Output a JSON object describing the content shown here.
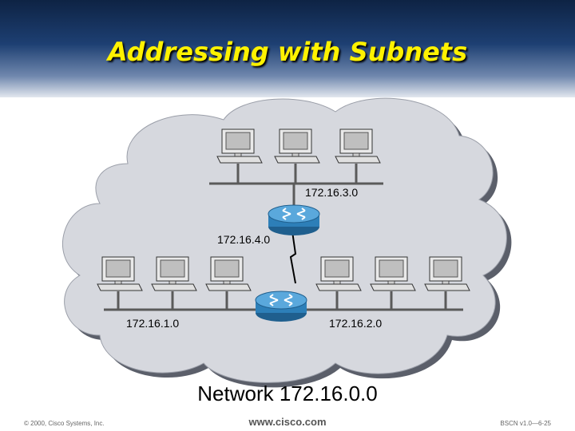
{
  "slide": {
    "title": "Addressing with Subnets",
    "network_caption": "Network 172.16.0.0"
  },
  "subnets": {
    "top_lan": "172.16.3.0",
    "serial_link": "172.16.4.0",
    "left_lan": "172.16.1.0",
    "right_lan": "172.16.2.0"
  },
  "footer": {
    "copyright": "© 2000, Cisco Systems, Inc.",
    "url": "www.cisco.com",
    "slide_ref": "BSCN v1.0—6-25"
  },
  "colors": {
    "title_text": "#fff200",
    "cloud_fill": "#d6d8de",
    "router_blue": "#2d7fb8",
    "cable_gray": "#5a5a5a"
  }
}
